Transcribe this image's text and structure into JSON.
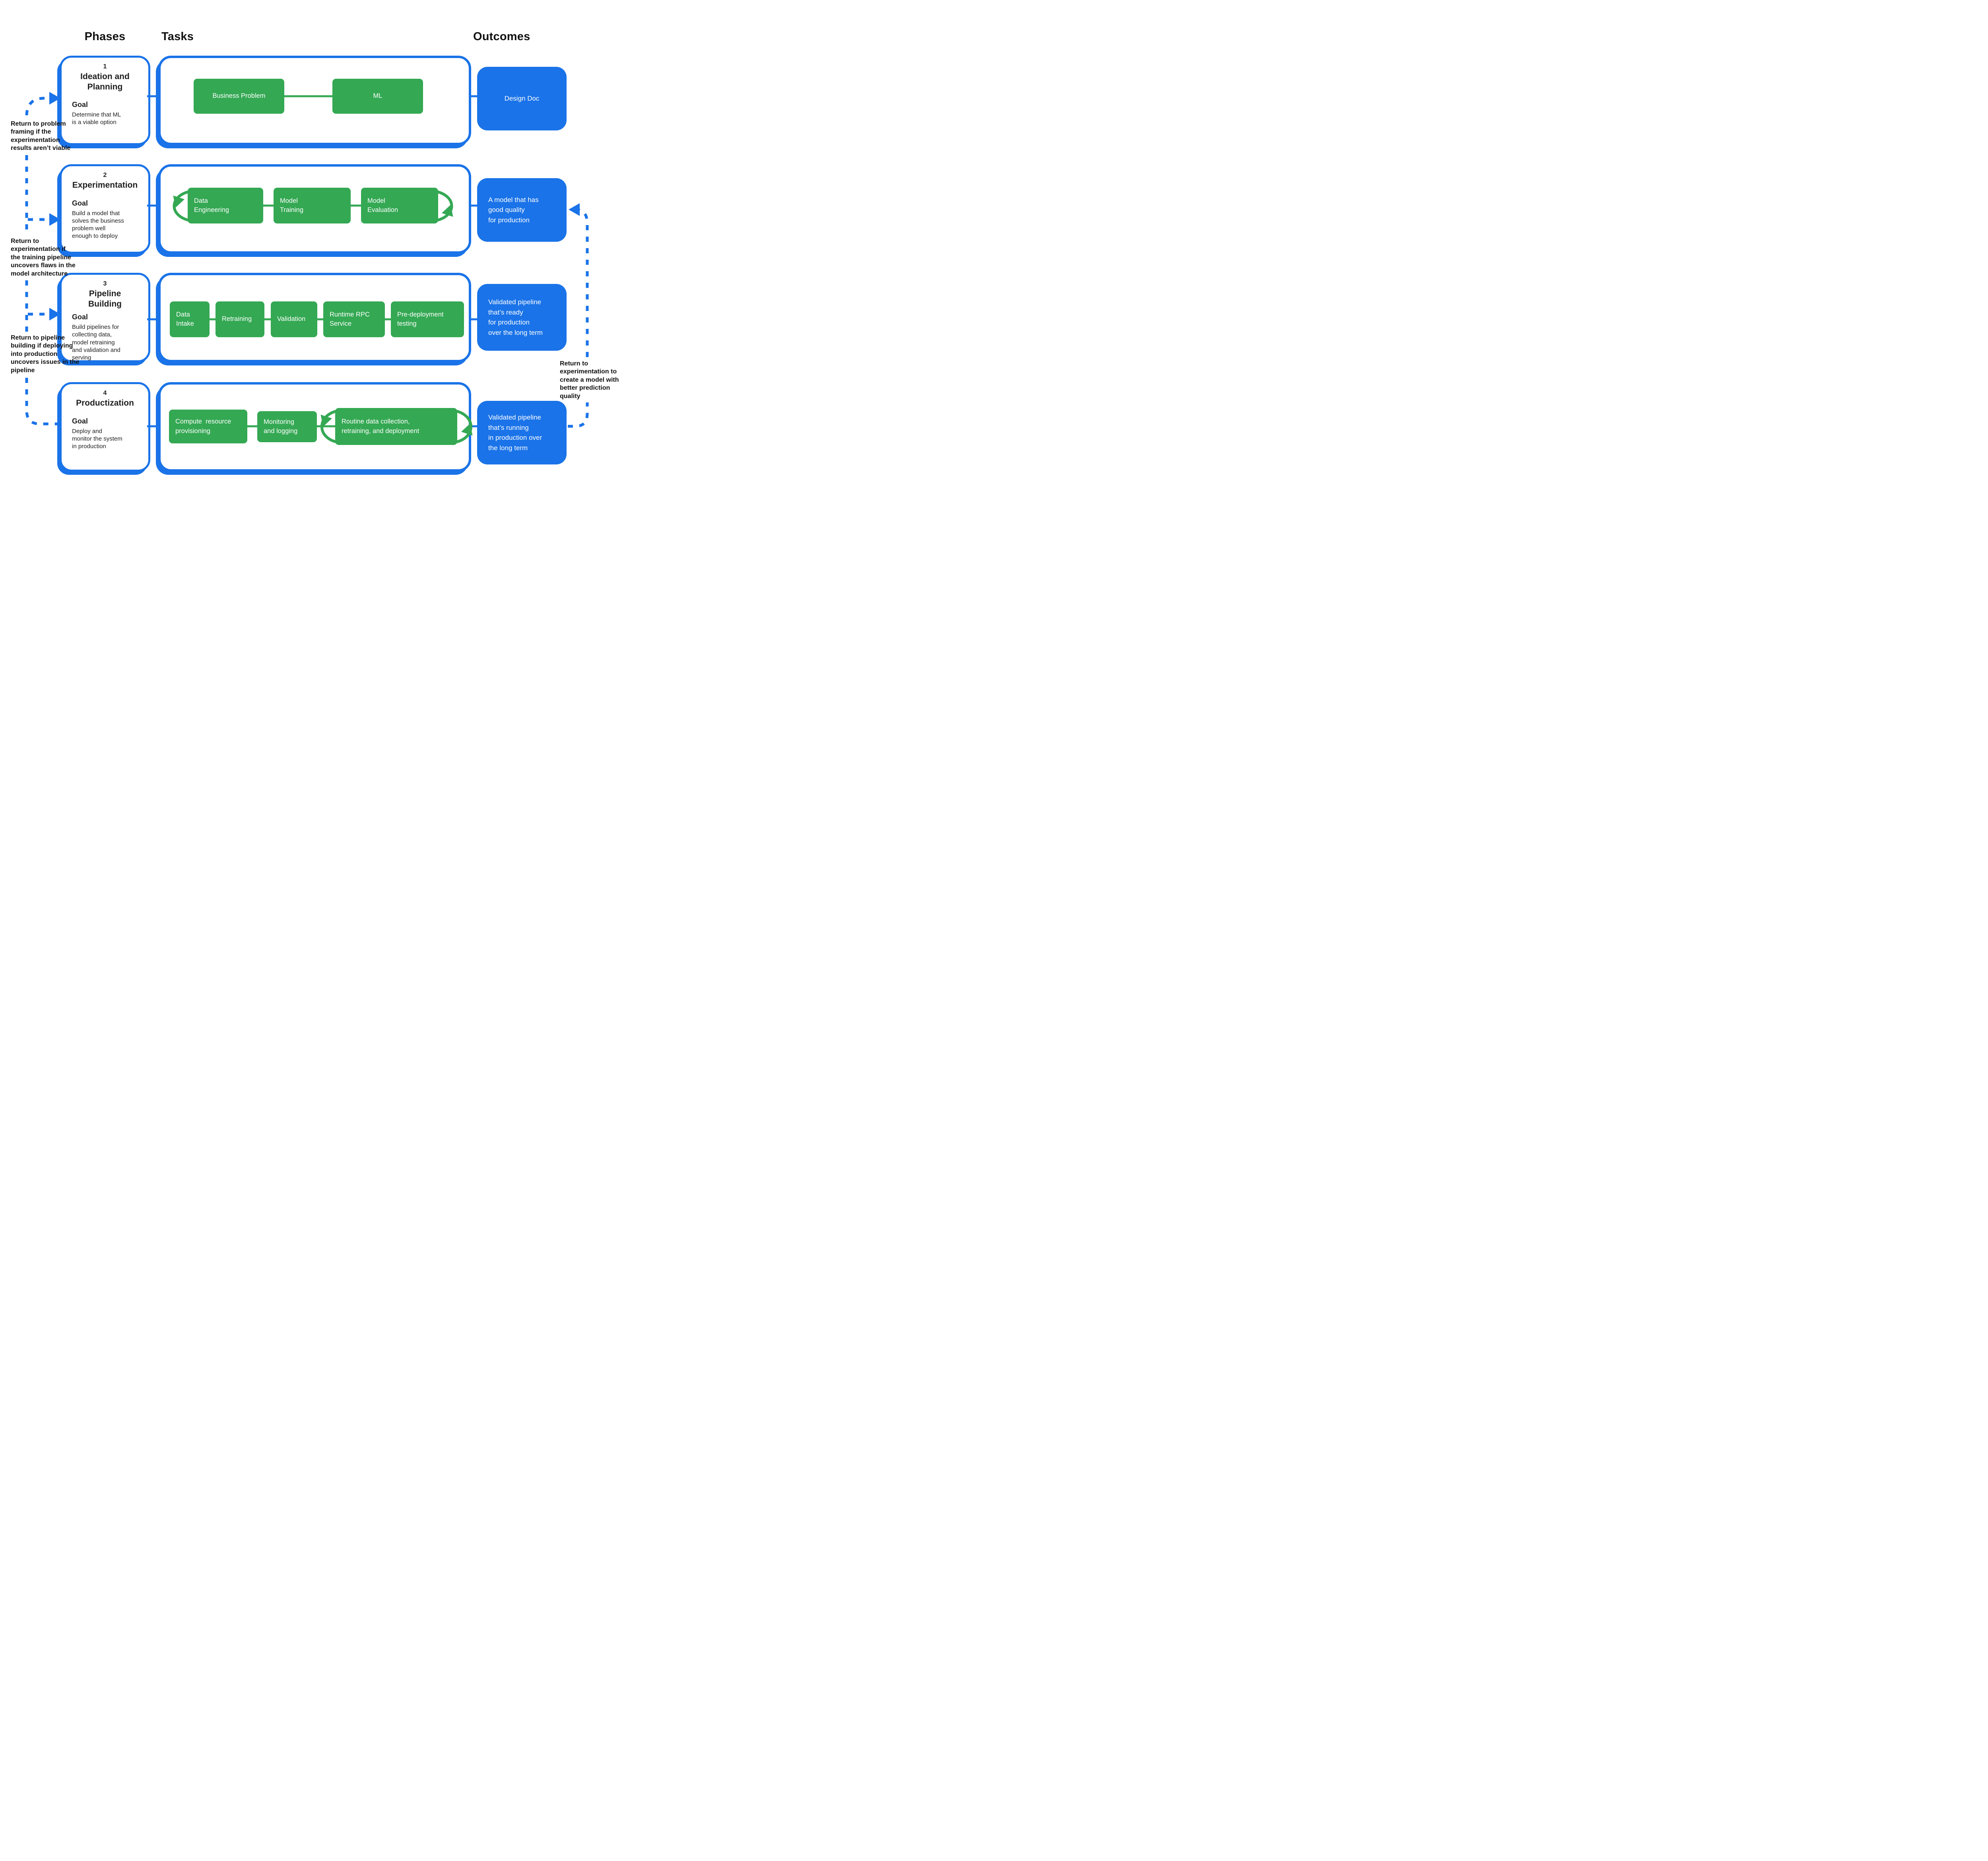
{
  "headers": {
    "phases": "Phases",
    "tasks": "Tasks",
    "outcomes": "Outcomes"
  },
  "colors": {
    "accent_blue": "#1A73E8",
    "task_green": "#34A853",
    "text_black": "#111111",
    "box_text_white": "#FFFFFF"
  },
  "icons": {
    "feedback_arrowhead": "solid triangle arrowhead on dotted feedback lines",
    "loop_arrow": "circular iteration arrow around task sequence"
  },
  "phases": [
    {
      "number": "1",
      "title": "Ideation and Planning",
      "goal_label": "Goal",
      "goal": "Determine that ML\nis a viable option",
      "tasks": [
        "Business Problem",
        "ML"
      ],
      "outcome": "Design Doc"
    },
    {
      "number": "2",
      "title": "Experimentation",
      "goal_label": "Goal",
      "goal": "Build a model that\nsolves the business\nproblem well\nenough to deploy",
      "tasks": [
        "Data\nEngineering",
        "Model\nTraining",
        "Model\nEvaluation"
      ],
      "outcome": "A model that has\ngood quality\nfor production"
    },
    {
      "number": "3",
      "title": "Pipeline Building",
      "goal_label": "Goal",
      "goal": "Build pipelines for\ncollecting data,\nmodel retraining\nand validation and\nserving",
      "tasks": [
        "Data\nIntake",
        "Retraining",
        "Validation",
        "Runtime RPC\nService",
        "Pre-deployment\ntesting"
      ],
      "outcome": "Validated pipeline\nthat’s ready\nfor production\nover the long term"
    },
    {
      "number": "4",
      "title": "Productization",
      "goal_label": "Goal",
      "goal": "Deploy and\nmonitor the system\nin production",
      "tasks": [
        "Compute  resource\nprovisioning",
        "Monitoring\nand logging",
        "Routine data collection,\nretraining, and deployment"
      ],
      "outcome": "Validated pipeline\nthat’s running\nin production over\nthe long term"
    }
  ],
  "annotations": {
    "left": [
      "Return to problem\nframing if the\nexperimentation\nresults aren’t viable",
      "Return to\nexperimentation if\nthe training pipeline\nuncovers flaws in the\nmodel architecture",
      "Return to pipeline\nbuilding if deploying\ninto production\nuncovers issues in the\npipeline"
    ],
    "right": "Return to\nexperimentation to\ncreate a model with\nbetter prediction\nquality"
  }
}
